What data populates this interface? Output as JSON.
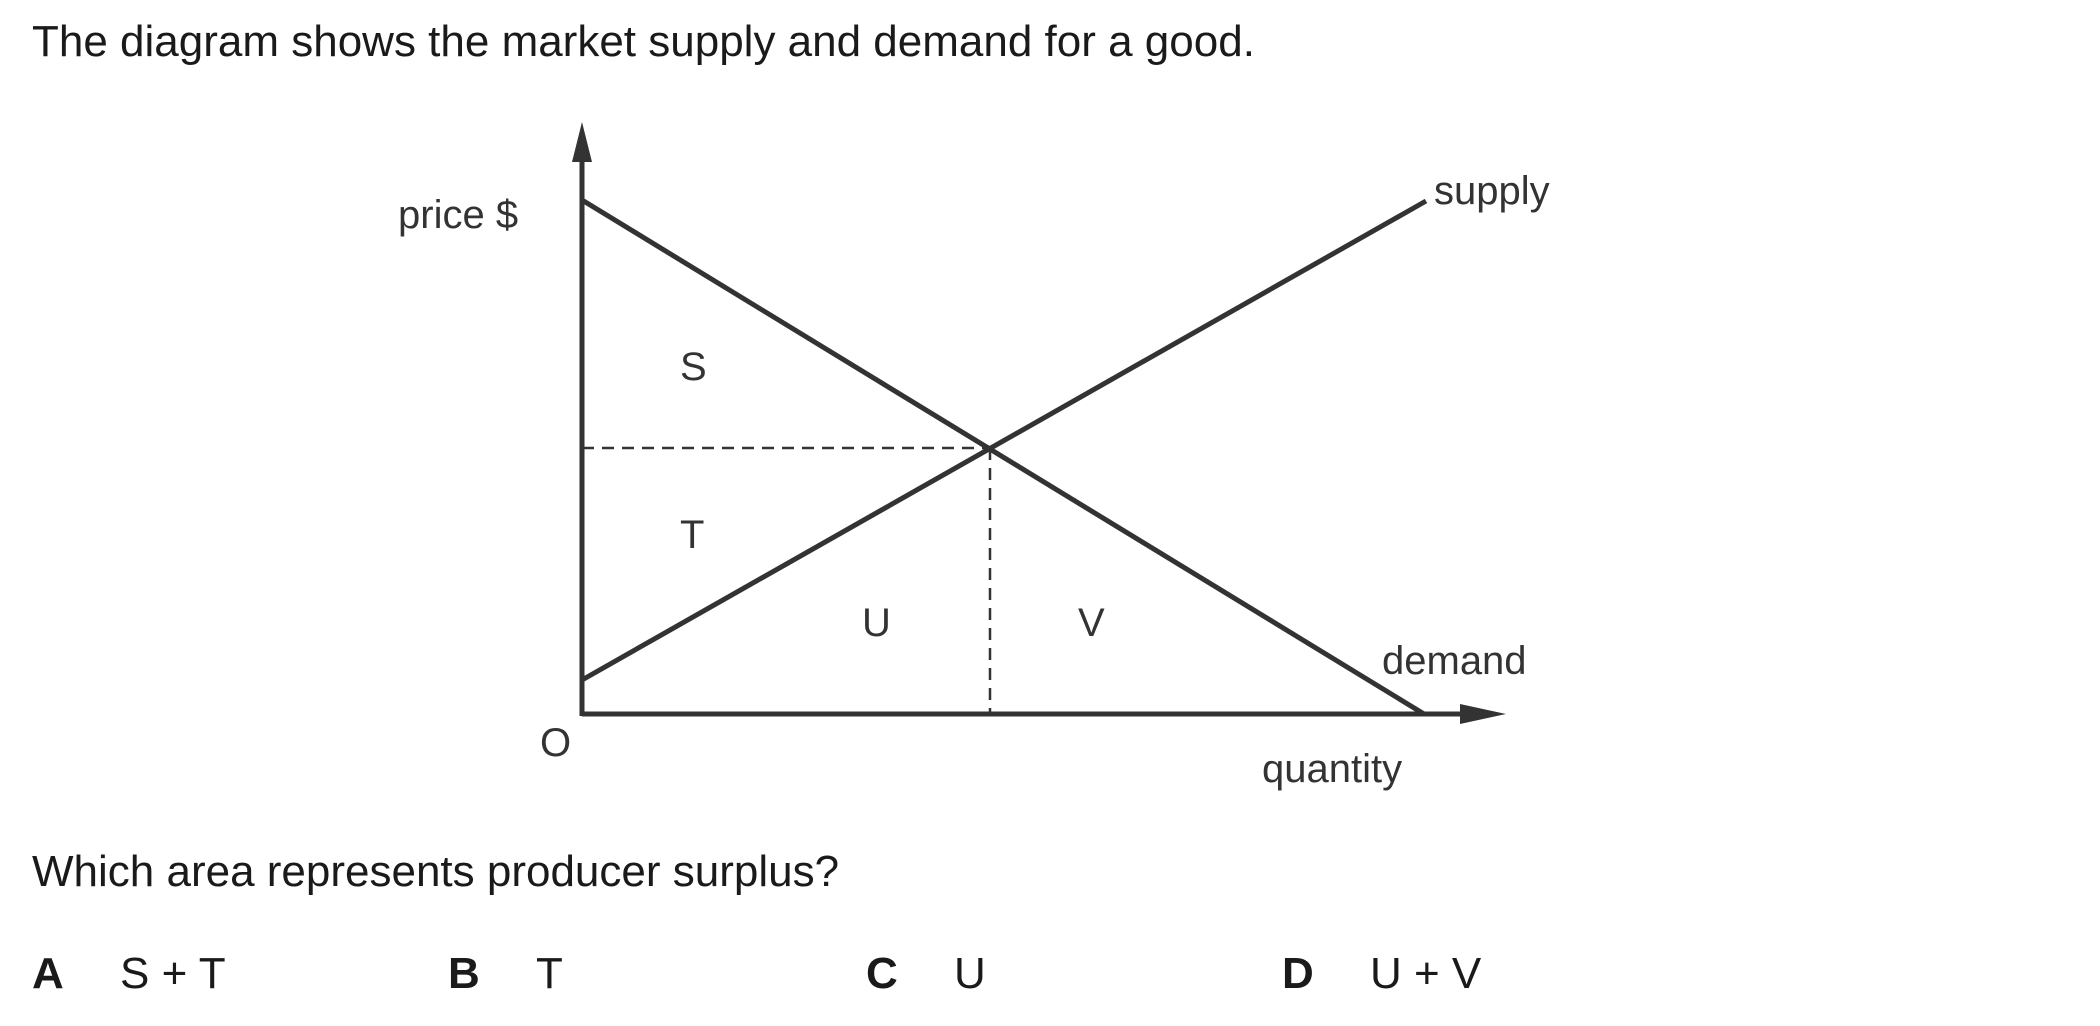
{
  "question": {
    "intro": "The diagram shows the market supply and demand for a good.",
    "prompt": "Which area represents producer surplus?"
  },
  "diagram": {
    "y_axis_label": "price $",
    "x_axis_label": "quantity",
    "origin_label": "O",
    "supply_label": "supply",
    "demand_label": "demand",
    "region_labels": {
      "s": "S",
      "t": "T",
      "u": "U",
      "v": "V"
    },
    "line_color": "#333333"
  },
  "options": [
    {
      "letter": "A",
      "text": "S + T"
    },
    {
      "letter": "B",
      "text": "T"
    },
    {
      "letter": "C",
      "text": "U"
    },
    {
      "letter": "D",
      "text": "U + V"
    }
  ]
}
